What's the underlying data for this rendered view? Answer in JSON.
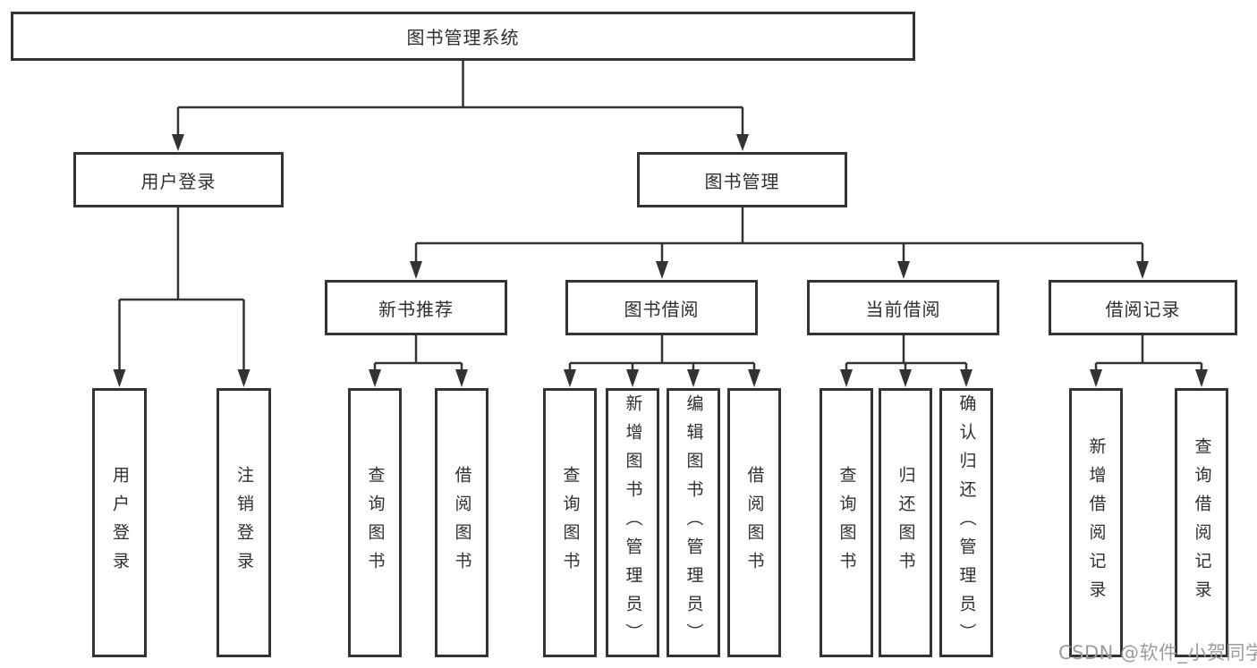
{
  "diagram": {
    "root": {
      "label": "图书管理系统"
    },
    "branches": {
      "user_login": {
        "label": "用户登录",
        "children": [
          "用户登录",
          "注销登录"
        ]
      },
      "book_management": {
        "label": "图书管理",
        "sections": {
          "new_books": {
            "label": "新书推荐",
            "children": [
              "查询图书",
              "借阅图书"
            ]
          },
          "book_borrow": {
            "label": "图书借阅",
            "children": [
              "查询图书",
              "新增图书（管理员）",
              "编辑图书（管理员）",
              "借阅图书"
            ]
          },
          "current_borrow": {
            "label": "当前借阅",
            "children": [
              "查询图书",
              "归还图书",
              "确认归还（管理员）"
            ]
          },
          "borrow_records": {
            "label": "借阅记录",
            "children": [
              "新增借阅记录",
              "查询借阅记录"
            ]
          }
        }
      }
    }
  },
  "watermark": {
    "text": "CSDN @软件_小贺同学"
  },
  "colors": {
    "line": "#333333",
    "box_border": "#333333",
    "text": "#2f2f2f",
    "watermark": "#9c9c9c",
    "background": "#ffffff"
  }
}
